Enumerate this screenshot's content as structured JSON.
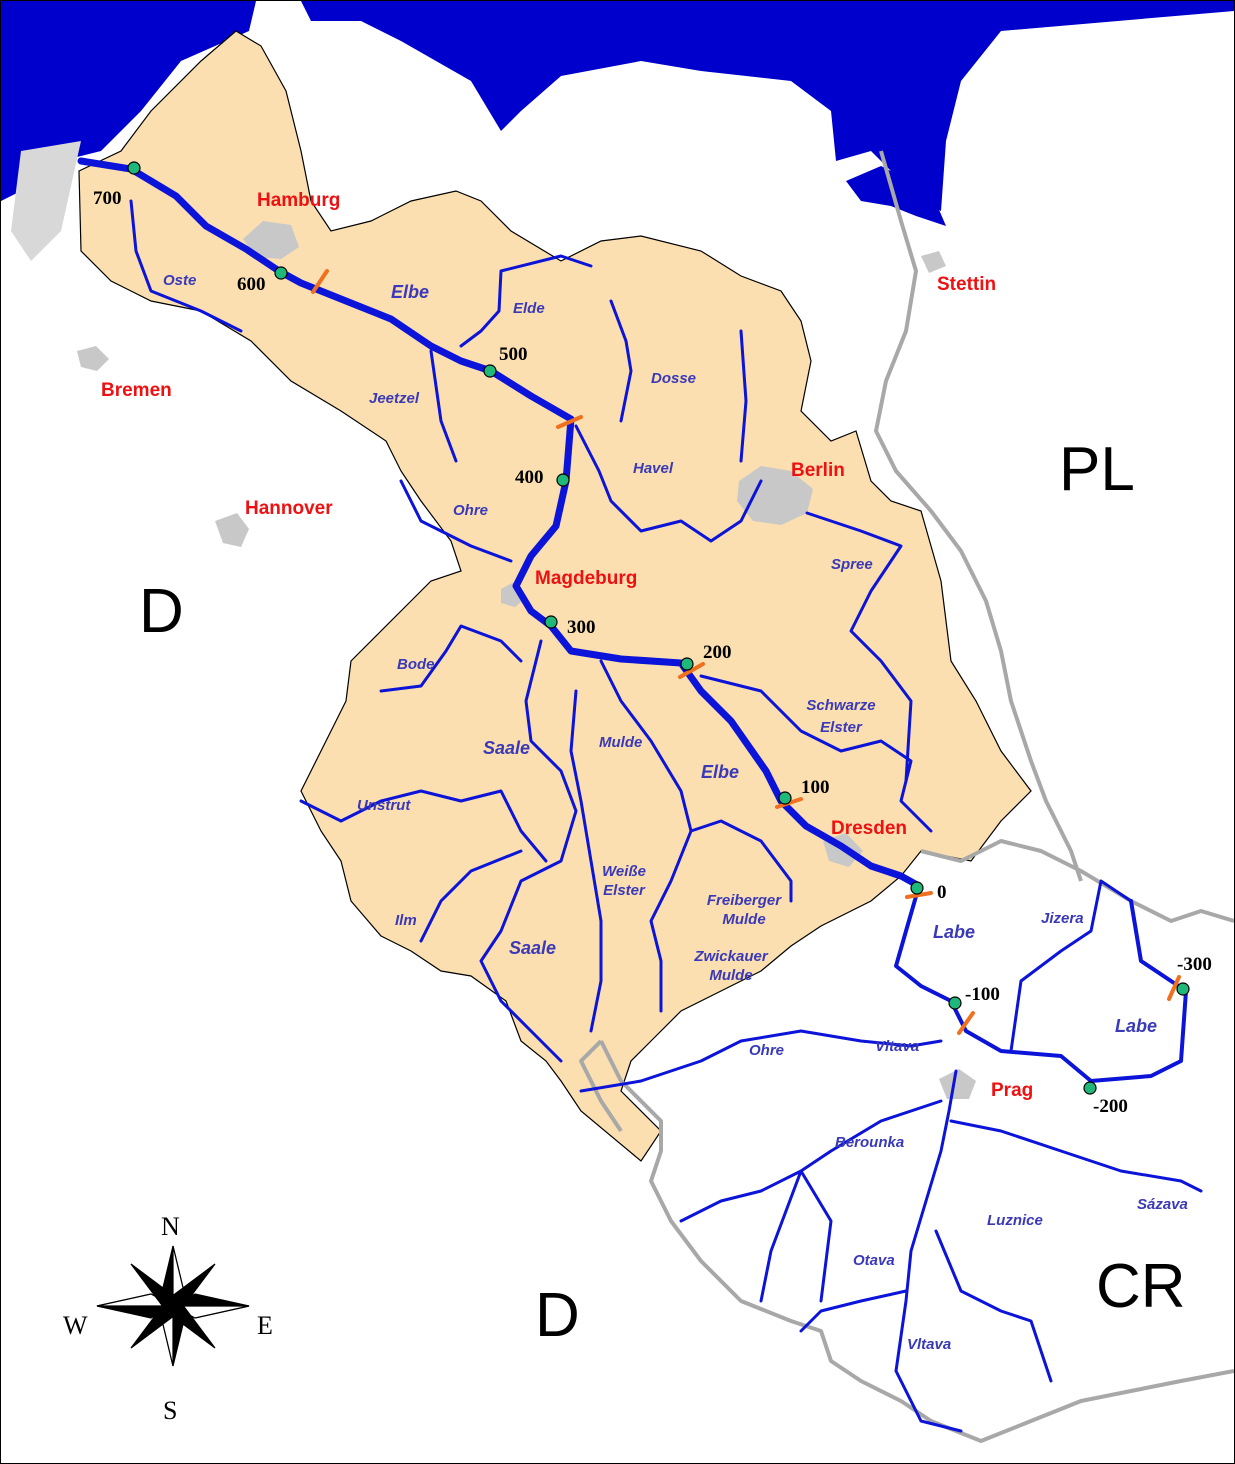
{
  "colors": {
    "basin_fill": "#fbdfb0",
    "sea": "#0000cc",
    "river": "#0b14d8",
    "river_label": "#3a3ab8",
    "city_label": "#ee1111",
    "city_area": "#c8c8c8",
    "border": "#a8a8a8",
    "km_marker": "#20b87a",
    "section_marker": "#f07020"
  },
  "countries": [
    "D",
    "D",
    "PL",
    "CR"
  ],
  "cities": [
    "Hamburg",
    "Stettin",
    "Bremen",
    "Berlin",
    "Hannover",
    "Magdeburg",
    "Dresden",
    "Prag"
  ],
  "rivers": [
    "Oste",
    "Elbe",
    "Elde",
    "Dosse",
    "Jeetzel",
    "Havel",
    "Ohre",
    "Spree",
    "Bode",
    "Saale",
    "Mulde",
    "Schwarze Elster",
    "Elbe",
    "Unstrut",
    "Weiße Elster",
    "Freiberger Mulde",
    "Ilm",
    "Saale",
    "Zwickauer Mulde",
    "Labe",
    "Jizera",
    "Labe",
    "Ohre",
    "Vltava",
    "Berounka",
    "Sázava",
    "Luznice",
    "Otava",
    "Vltava"
  ],
  "km_markers": [
    "700",
    "600",
    "500",
    "400",
    "300",
    "200",
    "100",
    "0",
    "-100",
    "-200",
    "-300"
  ],
  "compass": {
    "n": "N",
    "e": "E",
    "s": "S",
    "w": "W"
  },
  "icons": {
    "compass": "compass-rose-icon",
    "gauge": "gauge-station-icon",
    "section": "section-boundary-icon"
  }
}
